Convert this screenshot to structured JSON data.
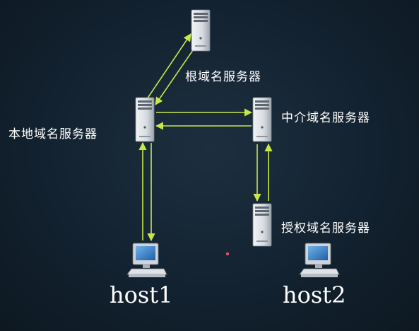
{
  "colors": {
    "background": "#132230",
    "arrow": "#c8e84a",
    "server_body": "#d9dde2",
    "text": "#ffffff",
    "dot": "#e0506a"
  },
  "nodes": {
    "root": {
      "label": "根域名服务器",
      "icon": "server-icon"
    },
    "local": {
      "label": "本地域名服务器",
      "icon": "server-icon"
    },
    "intermediate": {
      "label": "中介域名服务器",
      "icon": "server-icon"
    },
    "authoritative": {
      "label": "授权域名服务器",
      "icon": "server-icon"
    }
  },
  "hosts": {
    "host1": {
      "label": "host1",
      "icon": "computer-icon"
    },
    "host2": {
      "label": "host2",
      "icon": "computer-icon"
    }
  },
  "edges": [
    {
      "from": "local",
      "to": "root"
    },
    {
      "from": "root",
      "to": "local"
    },
    {
      "from": "local",
      "to": "intermediate"
    },
    {
      "from": "intermediate",
      "to": "local"
    },
    {
      "from": "intermediate",
      "to": "authoritative"
    },
    {
      "from": "authoritative",
      "to": "intermediate"
    },
    {
      "from": "host1",
      "to": "local"
    },
    {
      "from": "local",
      "to": "host1"
    }
  ]
}
